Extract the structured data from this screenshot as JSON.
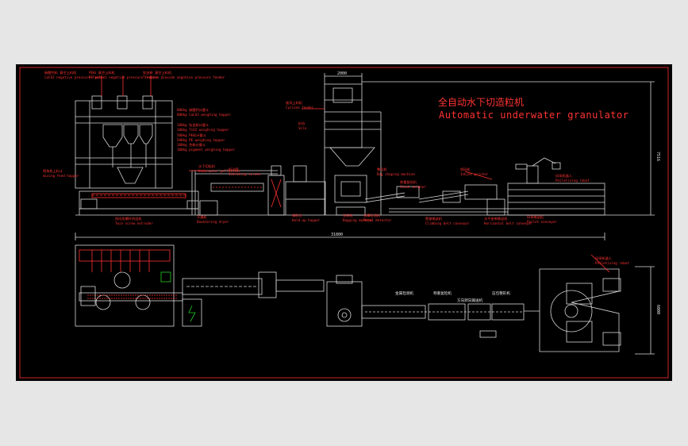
{
  "drawing": {
    "title_cn": "全自动水下切造粒机",
    "title_en": "Automatic underwater granulator"
  },
  "dimensions": {
    "overall_length": "31800",
    "platform_width": "2000",
    "overall_height": "7516",
    "plan_width": "6000"
  },
  "elevation_labels": [
    {
      "cn": "碳酸钙料 真空上料机",
      "en": "CaCO3 negative pressure feeder"
    },
    {
      "cn": "PE料 真空上料机",
      "en": "PE pellet negative pressure feeder"
    },
    {
      "cn": "钛白粉 真空上料机",
      "en": "Titanium dioxide negative pressure feeder"
    },
    {
      "cn": "800kg 碳酸钙计量斗",
      "en": "800kg CaCO3 weighing hopper"
    },
    {
      "cn": "100kg 钛白粉计量斗",
      "en": "100kg TiO2 weighing hopper"
    },
    {
      "cn": "500kg PE料计量斗",
      "en": "500kg PE weighing hopper"
    },
    {
      "cn": "100kg 色粉计量斗",
      "en": "100kg pigment weighing hopper"
    },
    {
      "cn": "密炼机上料斗",
      "en": "mixing feed hopper"
    },
    {
      "cn": "同向双螺杆挤出机",
      "en": "Twin screw extruder"
    },
    {
      "cn": "水下切粒机",
      "en": "Underwater pelletizer"
    },
    {
      "cn": "干燥机",
      "en": "Dewatering dryer"
    },
    {
      "cn": "振动筛",
      "en": "Vibrating screen"
    },
    {
      "cn": "旋风上料机",
      "en": "Cyclone feeder"
    },
    {
      "cn": "料仓",
      "en": "Silo"
    },
    {
      "cn": "储料仓",
      "en": "Hold-up hopper"
    },
    {
      "cn": "包装机",
      "en": "Bagging machine"
    },
    {
      "cn": "整形机",
      "en": "Bag shaping machine"
    },
    {
      "cn": "称重复检机",
      "en": "Check weigher"
    },
    {
      "cn": "金属检测机",
      "en": "Metal detector"
    },
    {
      "cn": "爬坡输送机",
      "en": "Climbing belt conveyor"
    },
    {
      "cn": "喷码机",
      "en": "Inkjet printer"
    },
    {
      "cn": "码垛机器人",
      "en": "Palletizing robot"
    },
    {
      "cn": "水平皮带输送机",
      "en": "Horizontal belt conveyor"
    },
    {
      "cn": "码垛输送机",
      "en": "Pallet conveyor"
    }
  ],
  "plan_labels": [
    {
      "cn": "金属检测机",
      "en": ""
    },
    {
      "cn": "称重复检机",
      "en": ""
    },
    {
      "cn": "压包整形机",
      "en": ""
    },
    {
      "cn": "方向转向输送机",
      "en": ""
    },
    {
      "cn": "码垛机器人",
      "en": "Palletizing robot"
    }
  ]
}
